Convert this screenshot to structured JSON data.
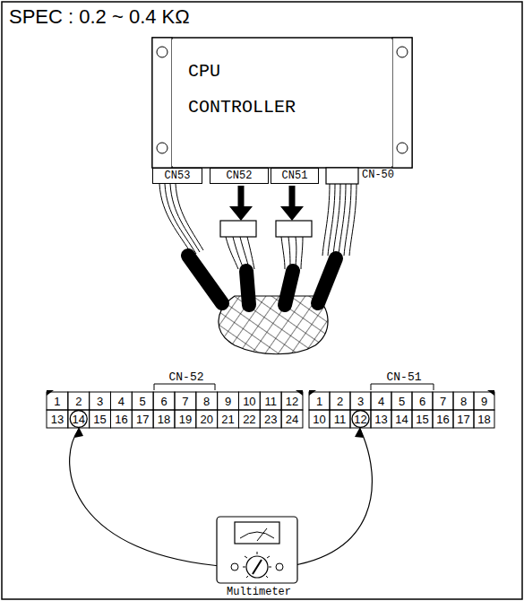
{
  "diagram": {
    "title": "SPEC : 0.2 ~ 0.4 KΩ",
    "nodes": [
      {
        "text": [
          "CPU CONTROLLER"
        ]
      },
      {
        "text": [
          "CN53"
        ]
      },
      {
        "text": [
          "CN52"
        ]
      },
      {
        "text": [
          "CN51"
        ]
      }
    ],
    "labels": [
      "CN-50",
      "CN-52",
      "1",
      "2",
      "3",
      "4",
      "5",
      "6",
      "7",
      "8",
      "9",
      "10",
      "11",
      "12",
      "13",
      "14",
      "15",
      "16",
      "17",
      "18",
      "19",
      "20",
      "21",
      "22",
      "23",
      "24",
      "CN-51",
      "1",
      "2",
      "3",
      "4",
      "5",
      "6",
      "7",
      "8",
      "9",
      "10",
      "11",
      "12",
      "13",
      "14",
      "15",
      "16",
      "17",
      "18",
      "Multimeter"
    ]
  }
}
